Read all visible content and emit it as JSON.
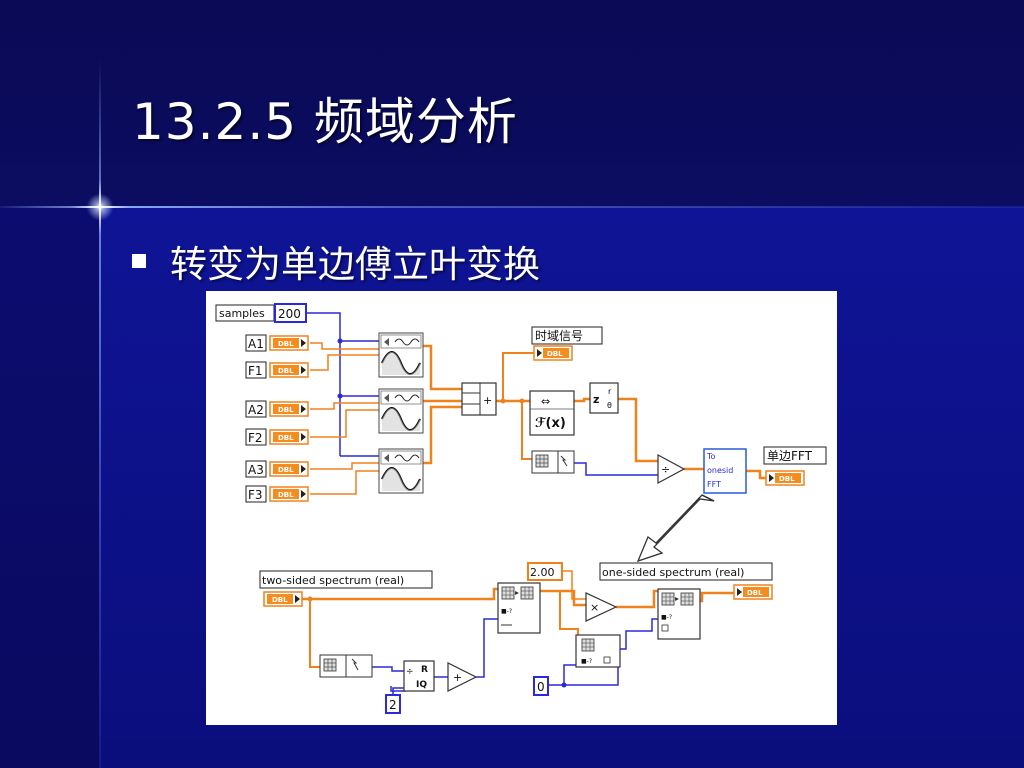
{
  "slide": {
    "title": "13.2.5 频域分析",
    "bullet": "转变为单边傅立叶变换"
  },
  "diagram": {
    "samples_label": "samples",
    "samples_value": "200",
    "controls": [
      "A1",
      "F1",
      "A2",
      "F2",
      "A3",
      "F3"
    ],
    "dbl_tag": "DBL",
    "time_signal_label": "时域信号",
    "single_sided_fft_label": "单边FFT",
    "to_onesided_lines": [
      "To",
      "onesid",
      "FFT"
    ],
    "fft_text": "ℱ(x)",
    "two_sided_label": "two-sided spectrum (real)",
    "one_sided_label": "one-sided spectrum (real)",
    "constant_2_00": "2.00",
    "constant_2": "2",
    "constant_0": "0",
    "add_symbol": "+",
    "divide_symbol": "÷",
    "multiply_symbol": "×",
    "swap_symbol": "⇔",
    "ri_symbol": "R",
    "iq_symbol": "IQ",
    "z_symbol": "z",
    "r_symbol": "r",
    "theta_symbol": "θ"
  },
  "colors": {
    "background": "#0b0b7a",
    "orange_wire": "#f0821e",
    "blue_wire": "#2a2ad8",
    "dbl_fill": "#f58c1e"
  }
}
